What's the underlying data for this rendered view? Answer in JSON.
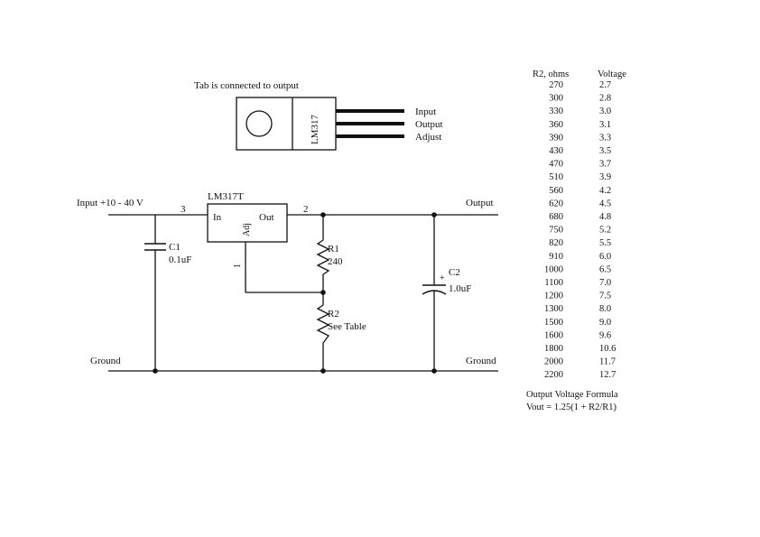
{
  "package": {
    "caption": "Tab is connected to output",
    "part_label": "LM317",
    "pins": [
      "Input",
      "Output",
      "Adjust"
    ]
  },
  "circuit": {
    "input_label": "Input +10 - 40 V",
    "output_label": "Output",
    "ground_left": "Ground",
    "ground_right": "Ground",
    "ic": {
      "name": "LM317T",
      "in": "In",
      "out": "Out",
      "adj": "Adj"
    },
    "pin_numbers": {
      "in": "3",
      "out": "2",
      "adj": "1"
    },
    "c1": {
      "name": "C1",
      "value": "0.1uF"
    },
    "c2": {
      "name": "C2",
      "value": "1.0uF",
      "polarity": "+"
    },
    "r1": {
      "name": "R1",
      "value": "240"
    },
    "r2": {
      "name": "R2",
      "value": "See Table"
    }
  },
  "table": {
    "headers": [
      "R2, ohms",
      "Voltage"
    ],
    "rows": [
      [
        "270",
        "2.7"
      ],
      [
        "300",
        "2.8"
      ],
      [
        "330",
        "3.0"
      ],
      [
        "360",
        "3.1"
      ],
      [
        "390",
        "3.3"
      ],
      [
        "430",
        "3.5"
      ],
      [
        "470",
        "3.7"
      ],
      [
        "510",
        "3.9"
      ],
      [
        "560",
        "4.2"
      ],
      [
        "620",
        "4.5"
      ],
      [
        "680",
        "4.8"
      ],
      [
        "750",
        "5.2"
      ],
      [
        "820",
        "5.5"
      ],
      [
        "910",
        "6.0"
      ],
      [
        "1000",
        "6.5"
      ],
      [
        "1100",
        "7.0"
      ],
      [
        "1200",
        "7.5"
      ],
      [
        "1300",
        "8.0"
      ],
      [
        "1500",
        "9.0"
      ],
      [
        "1600",
        "9.6"
      ],
      [
        "1800",
        "10.6"
      ],
      [
        "2000",
        "11.7"
      ],
      [
        "2200",
        "12.7"
      ]
    ]
  },
  "formula": {
    "title": "Output Voltage Formula",
    "expression": "Vout = 1.25(1 + R2/R1)"
  }
}
